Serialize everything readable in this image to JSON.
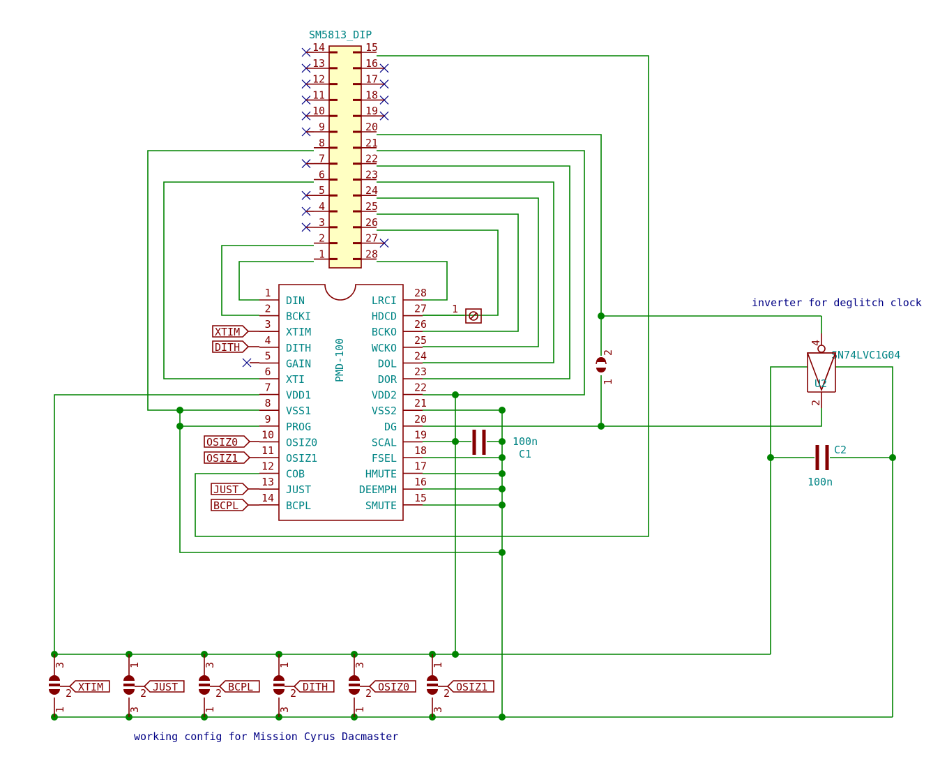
{
  "connector": {
    "ref": "SM5813_DIP",
    "left_pins": [
      "14",
      "13",
      "12",
      "11",
      "10",
      "9",
      "8",
      "7",
      "6",
      "5",
      "4",
      "3",
      "2",
      "1"
    ],
    "right_pins": [
      "15",
      "16",
      "17",
      "18",
      "19",
      "20",
      "21",
      "22",
      "23",
      "24",
      "25",
      "26",
      "27",
      "28"
    ]
  },
  "ic": {
    "name": "PMD-100",
    "left_pins": [
      {
        "num": "1",
        "name": "DIN"
      },
      {
        "num": "2",
        "name": "BCKI"
      },
      {
        "num": "3",
        "name": "XTIM"
      },
      {
        "num": "4",
        "name": "DITH"
      },
      {
        "num": "5",
        "name": "GAIN"
      },
      {
        "num": "6",
        "name": "XTI"
      },
      {
        "num": "7",
        "name": "VDD1"
      },
      {
        "num": "8",
        "name": "VSS1"
      },
      {
        "num": "9",
        "name": "PROG"
      },
      {
        "num": "10",
        "name": "OSIZ0"
      },
      {
        "num": "11",
        "name": "OSIZ1"
      },
      {
        "num": "12",
        "name": "COB"
      },
      {
        "num": "13",
        "name": "JUST"
      },
      {
        "num": "14",
        "name": "BCPL"
      }
    ],
    "right_pins": [
      {
        "num": "28",
        "name": "LRCI"
      },
      {
        "num": "27",
        "name": "HDCD"
      },
      {
        "num": "26",
        "name": "BCKO"
      },
      {
        "num": "25",
        "name": "WCKO"
      },
      {
        "num": "24",
        "name": "DOL"
      },
      {
        "num": "23",
        "name": "DOR"
      },
      {
        "num": "22",
        "name": "VDD2"
      },
      {
        "num": "21",
        "name": "VSS2"
      },
      {
        "num": "20",
        "name": "DG"
      },
      {
        "num": "19",
        "name": "SCAL"
      },
      {
        "num": "18",
        "name": "FSEL"
      },
      {
        "num": "17",
        "name": "HMUTE"
      },
      {
        "num": "16",
        "name": "DEEMPH"
      },
      {
        "num": "15",
        "name": "SMUTE"
      }
    ]
  },
  "labels": {
    "xtim": "XTIM",
    "dith": "DITH",
    "osiz0": "OSIZ0",
    "osiz1": "OSIZ1",
    "just": "JUST",
    "bcpl": "BCPL"
  },
  "testpoint": {
    "pin": "1"
  },
  "jumper_pins": {
    "a": "2",
    "b": "1"
  },
  "c1": {
    "ref": "C1",
    "value": "100n"
  },
  "c2": {
    "ref": "C2",
    "value": "100n"
  },
  "inverter": {
    "note": "inverter for deglitch clock",
    "part": "SN74LVC1G04",
    "ref": "U2",
    "pin_vcc": "4",
    "pin_gnd": "2"
  },
  "jumpers": [
    {
      "label": "XTIM",
      "top": "3",
      "mid": "2",
      "bot": "1"
    },
    {
      "label": "JUST",
      "top": "1",
      "mid": "2",
      "bot": "3"
    },
    {
      "label": "BCPL",
      "top": "3",
      "mid": "2",
      "bot": "1"
    },
    {
      "label": "DITH",
      "top": "1",
      "mid": "2",
      "bot": "3"
    },
    {
      "label": "OSIZ0",
      "top": "3",
      "mid": "2",
      "bot": "1"
    },
    {
      "label": "OSIZ1",
      "top": "1",
      "mid": "2",
      "bot": "3"
    }
  ],
  "footer_note": "working config for Mission Cyrus Dacmaster"
}
